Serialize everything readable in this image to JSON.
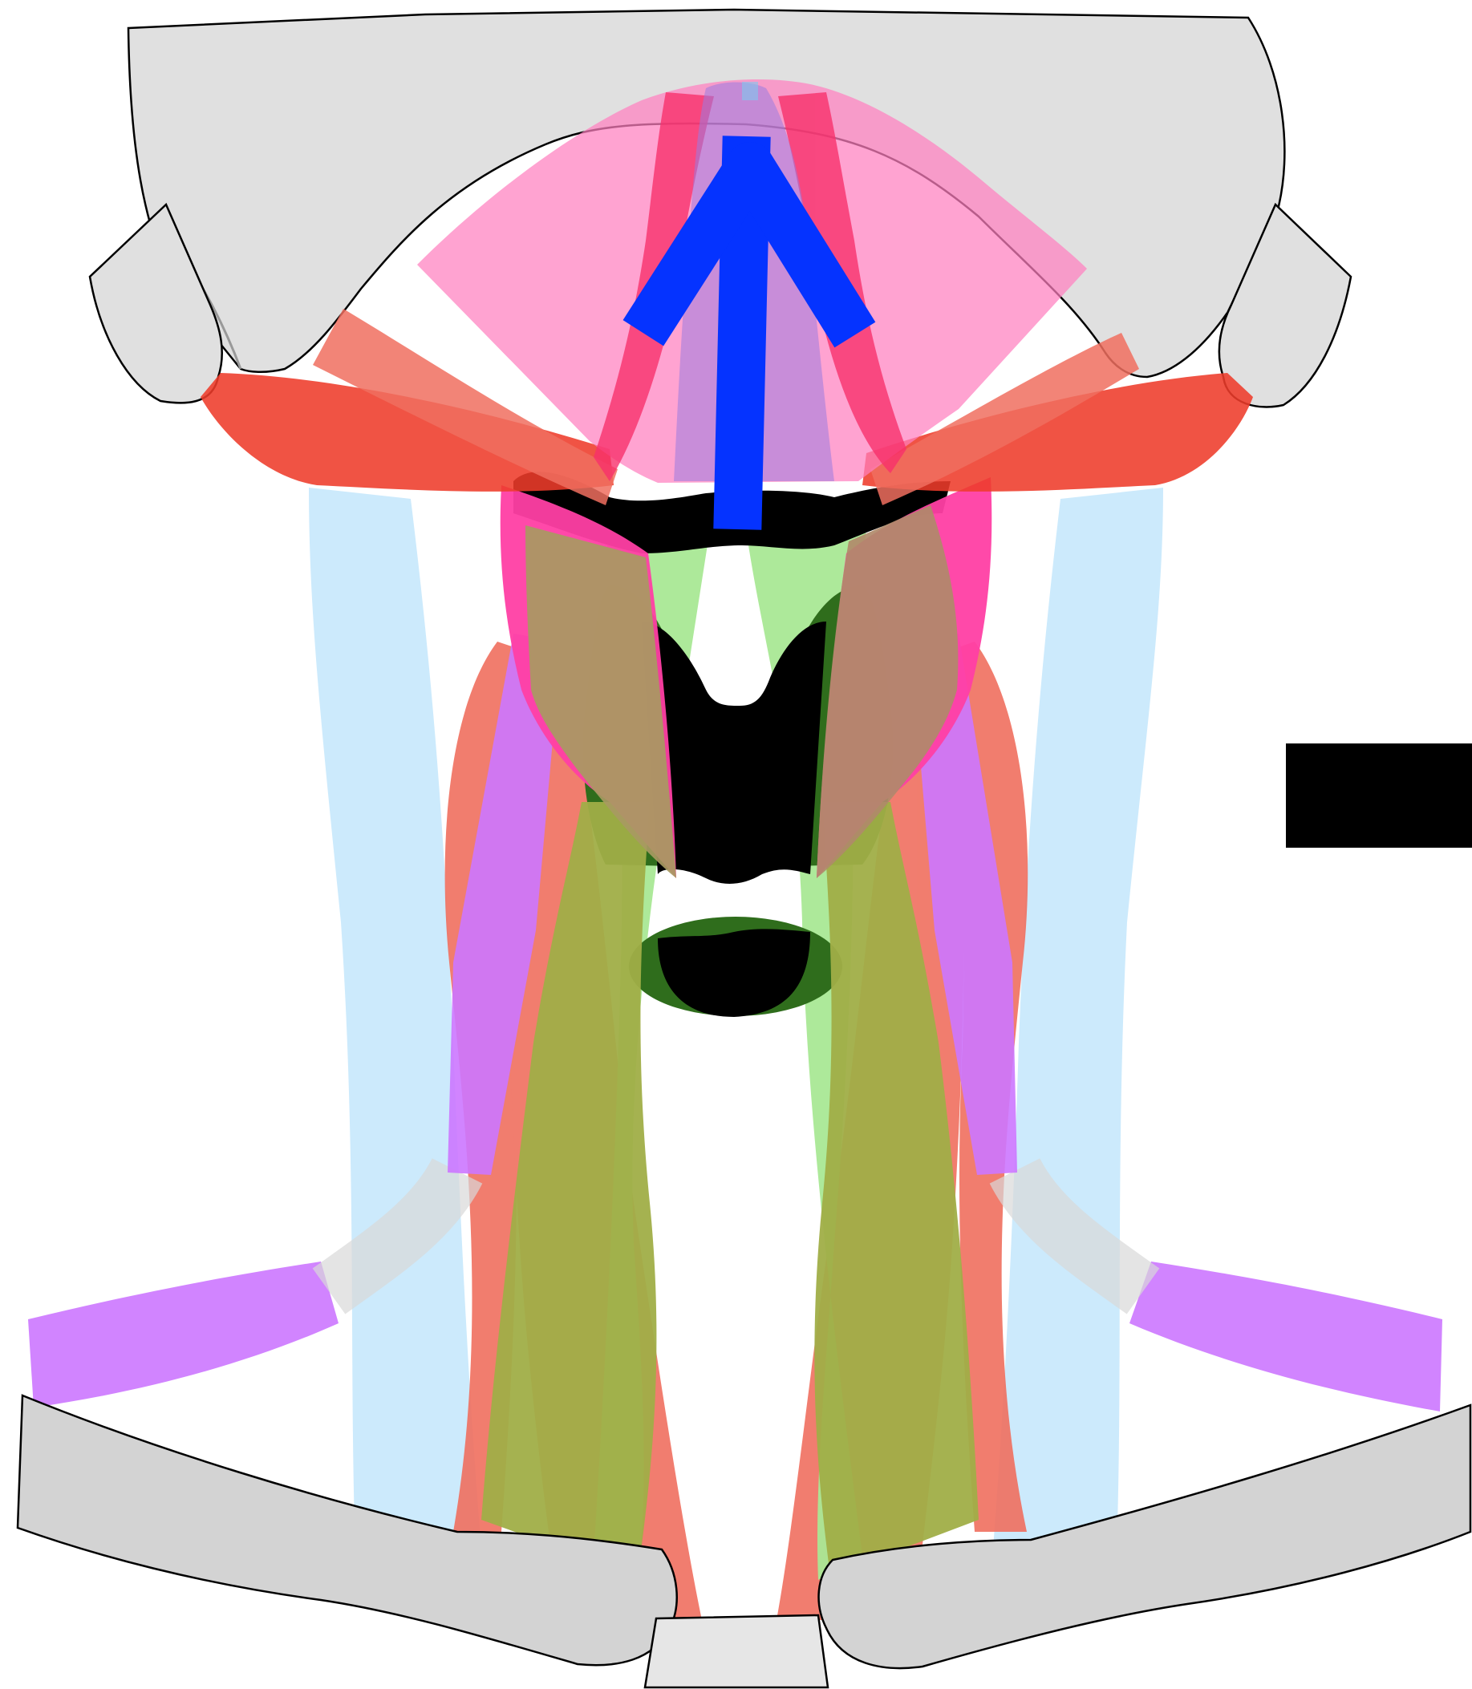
{
  "diagram": {
    "kind": "anatomical-schematic",
    "subject": "anterior neck",
    "labels": [],
    "arrow": {
      "direction": "up",
      "color": "#0533ff"
    },
    "legend_box": {
      "color": "#000000"
    },
    "colors": {
      "bone": "#e0e0e0",
      "bone_lower": "#d3d3d3",
      "pink_muscle": "#ff80bf",
      "hot_pink": "#ff3fa4",
      "red_muscle": "#ee3b2a",
      "salmon_muscle": "#f06f5f",
      "light_blue_muscle": "#c7e8fc",
      "violet_muscle": "#cc77ff",
      "light_green": "#a9e895",
      "dark_green": "#2f6d1c",
      "olive": "#a0ae47",
      "tan": "#b08a6a",
      "purple_overlay": "#b38be0",
      "black": "#000000"
    }
  }
}
